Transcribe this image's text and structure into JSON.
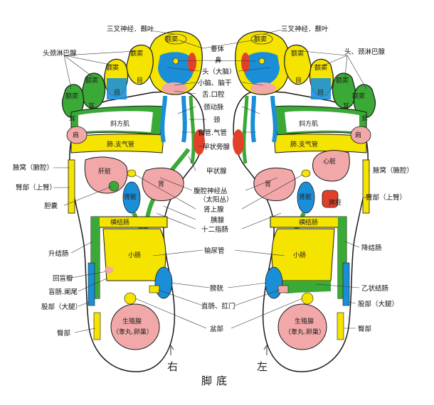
{
  "title": "脚底",
  "side_labels": {
    "right": "右",
    "left": "左"
  },
  "colors": {
    "yellow": "#f5e300",
    "blue": "#1a8fd8",
    "green": "#3aa935",
    "pink": "#f2a8a8",
    "red": "#e3402a",
    "outline": "#1a1a1a"
  },
  "center_labels": [
    "三叉神经．颞叶",
    "垂体",
    "鼻",
    "头（大脑）",
    "小脑、脑干",
    "舌.口腔",
    "颈动脉",
    "颈",
    "食管.气管",
    "甲状旁腺",
    "甲状腺",
    "腹腔神经丛",
    "（太阳丛）",
    "肾上腺",
    "胰腺",
    "十二指肠",
    "输尿管",
    "膀胱",
    "直肠、肛门",
    "盆部"
  ],
  "left_side_labels": [
    "头颈淋巴腺",
    "腋窝（腑腔）",
    "臂部（上臂）",
    "胆囊",
    "升结肠",
    "回盲瓣",
    "盲肠.阑尾",
    "股部（大腿）",
    "臀部"
  ],
  "right_side_labels": [
    "三叉神经．颞叶",
    "头、颈淋巴腺",
    "腋窝（腋腔）",
    "臂部（上臂）",
    "降结肠",
    "乙状结肠",
    "股部（大腿）",
    "臀部"
  ],
  "inner_labels": {
    "sinus": "额窦",
    "eye": "目",
    "ear": "耳",
    "trapezius": "斜方肌",
    "shoulder": "肩",
    "lung": "肺.支气管",
    "liver": "肝脏",
    "heart": "心脏",
    "stomach": "胃",
    "kidney": "肾脏",
    "spleen": "脾脏",
    "transverse": "横结肠",
    "small_int": "小肠",
    "gonad": "生殖腺",
    "gonad_sub": "（睾丸.卵巢）"
  }
}
